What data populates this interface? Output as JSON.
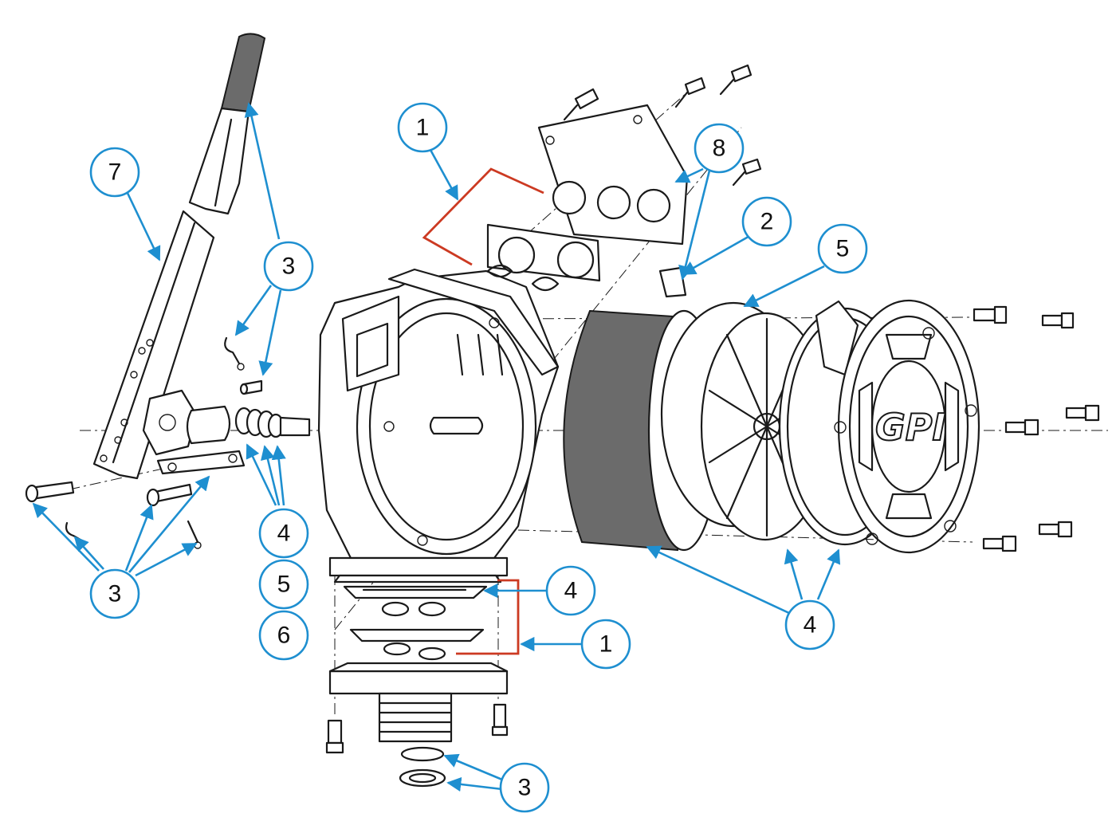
{
  "colors": {
    "leader": "#1e8fd0",
    "bracket": "#cc3a22",
    "line_art": "#1a1a1a",
    "shaded_part": "#6b6b6b",
    "background": "#ffffff"
  },
  "logo_text": "GPI",
  "callouts": [
    {
      "id": "c-1-top",
      "label": "1"
    },
    {
      "id": "c-7",
      "label": "7"
    },
    {
      "id": "c-8",
      "label": "8"
    },
    {
      "id": "c-2",
      "label": "2"
    },
    {
      "id": "c-5-right",
      "label": "5"
    },
    {
      "id": "c-3-handle",
      "label": "3"
    },
    {
      "id": "c-4-shaft",
      "label": "4"
    },
    {
      "id": "c-5-left",
      "label": "5"
    },
    {
      "id": "c-6",
      "label": "6"
    },
    {
      "id": "c-3-pins",
      "label": "3"
    },
    {
      "id": "c-4-valve",
      "label": "4"
    },
    {
      "id": "c-1-valve",
      "label": "1"
    },
    {
      "id": "c-4-covers",
      "label": "4"
    },
    {
      "id": "c-3-strainer",
      "label": "3"
    }
  ]
}
